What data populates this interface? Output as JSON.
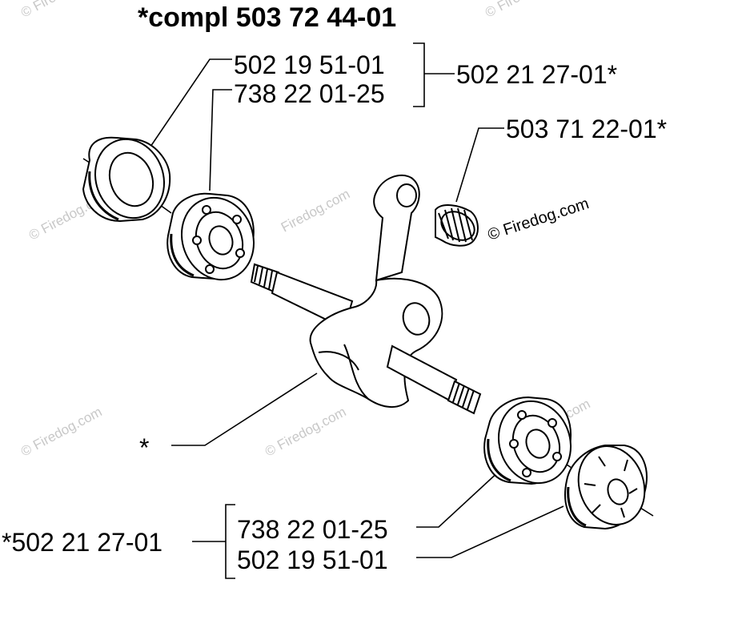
{
  "assembly_title": "*compl 503 72 44-01",
  "callouts": {
    "top_seal": "502 19 51-01",
    "top_bearing": "738 22 01-25",
    "top_kit": "502 21 27-01*",
    "needle_bearing": "503 71 22-01*",
    "crankshaft": "*",
    "bottom_kit": "*502 21 27-01",
    "bottom_bearing": "738 22 01-25",
    "bottom_seal": "502 19 51-01"
  },
  "watermark": {
    "brand": "© Firedog.com",
    "brand_short": "Firedog.com"
  },
  "colors": {
    "line": "#000000",
    "fill": "#ffffff",
    "watermark": "#c8c8c8"
  }
}
